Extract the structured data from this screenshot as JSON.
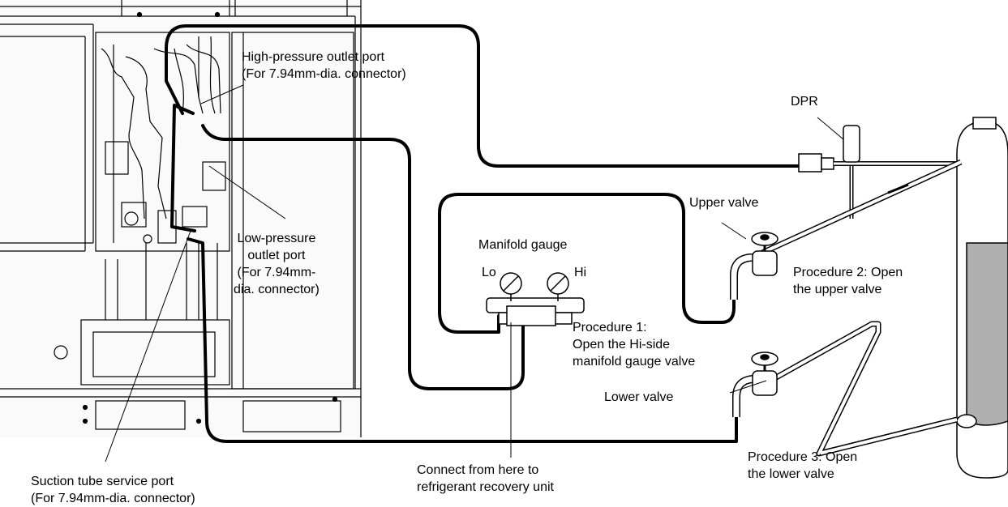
{
  "labels": {
    "high_pressure": [
      "High-pressure outlet port",
      "(For 7.94mm-dia. connector)"
    ],
    "dpr": "DPR",
    "upper_valve": "Upper valve",
    "manifold_gauge": "Manifold gauge",
    "lo": "Lo",
    "hi": "Hi",
    "low_pressure": [
      "Low-pressure",
      "outlet port",
      "(For 7.94mm-",
      "dia. connector)"
    ],
    "procedure_2": [
      "Procedure 2: Open",
      "the upper valve"
    ],
    "procedure_1": [
      "Procedure 1:",
      "Open the Hi-side",
      "manifold gauge valve"
    ],
    "lower_valve": "Lower valve",
    "procedure_3": [
      "Procedure 3: Open",
      "the lower valve"
    ],
    "connect": [
      "Connect from here to",
      "refrigerant recovery unit"
    ],
    "suction": [
      "Suction tube service port",
      "(For 7.94mm-dia. connector)"
    ]
  }
}
